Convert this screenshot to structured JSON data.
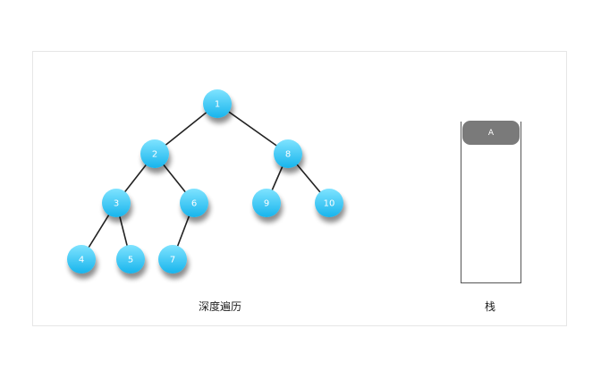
{
  "tree": {
    "nodes": [
      {
        "id": "n1",
        "label": "1"
      },
      {
        "id": "n2",
        "label": "2"
      },
      {
        "id": "n8",
        "label": "8"
      },
      {
        "id": "n3",
        "label": "3"
      },
      {
        "id": "n6",
        "label": "6"
      },
      {
        "id": "n9",
        "label": "9"
      },
      {
        "id": "n10",
        "label": "10"
      },
      {
        "id": "n4",
        "label": "4"
      },
      {
        "id": "n5",
        "label": "5"
      },
      {
        "id": "n7",
        "label": "7"
      }
    ],
    "edges": [
      [
        "n1",
        "n2"
      ],
      [
        "n1",
        "n8"
      ],
      [
        "n2",
        "n3"
      ],
      [
        "n2",
        "n6"
      ],
      [
        "n8",
        "n9"
      ],
      [
        "n8",
        "n10"
      ],
      [
        "n3",
        "n4"
      ],
      [
        "n3",
        "n5"
      ],
      [
        "n6",
        "n7"
      ]
    ],
    "caption": "深度遍历"
  },
  "stack": {
    "items": [
      "A"
    ],
    "caption": "栈"
  },
  "colors": {
    "node_top": "#7fe3ff",
    "node_bottom": "#17b4ec",
    "edge": "#222222",
    "stack_item": "#7a7a7a"
  }
}
